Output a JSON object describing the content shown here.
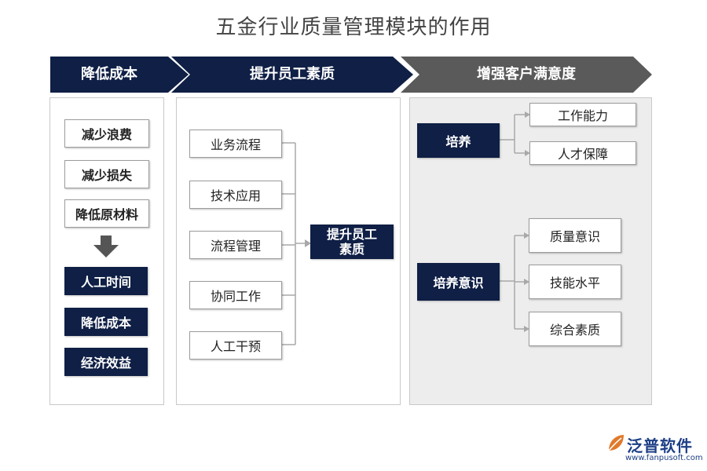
{
  "title": "五金行业质量管理模块的作用",
  "colors": {
    "dark": "#0f1f45",
    "gray": "#5a5a5a",
    "line": "#a8a8a8"
  },
  "sections": [
    {
      "label": "降低成本"
    },
    {
      "label": "提升员工素质"
    },
    {
      "label": "增强客户满意度"
    }
  ],
  "col1": {
    "light_items": [
      "减少浪费",
      "减少损失",
      "降低原材料"
    ],
    "arrow_icon": "down-arrow-icon",
    "dark_items": [
      "人工时间",
      "降低成本",
      "经济效益"
    ]
  },
  "col2": {
    "items": [
      "业务流程",
      "技术应用",
      "流程管理",
      "协同工作",
      "人工干预"
    ],
    "target": "提升员工\n素质"
  },
  "col3": {
    "group1": {
      "label": "培养",
      "children": [
        "工作能力",
        "人才保障"
      ]
    },
    "group2": {
      "label": "培养意识",
      "children": [
        "质量意识",
        "技能水平",
        "综合素质"
      ]
    }
  },
  "logo": {
    "name": "泛普软件",
    "url": "www.fanpusoft.com",
    "icon": "leaf-logo-icon"
  }
}
